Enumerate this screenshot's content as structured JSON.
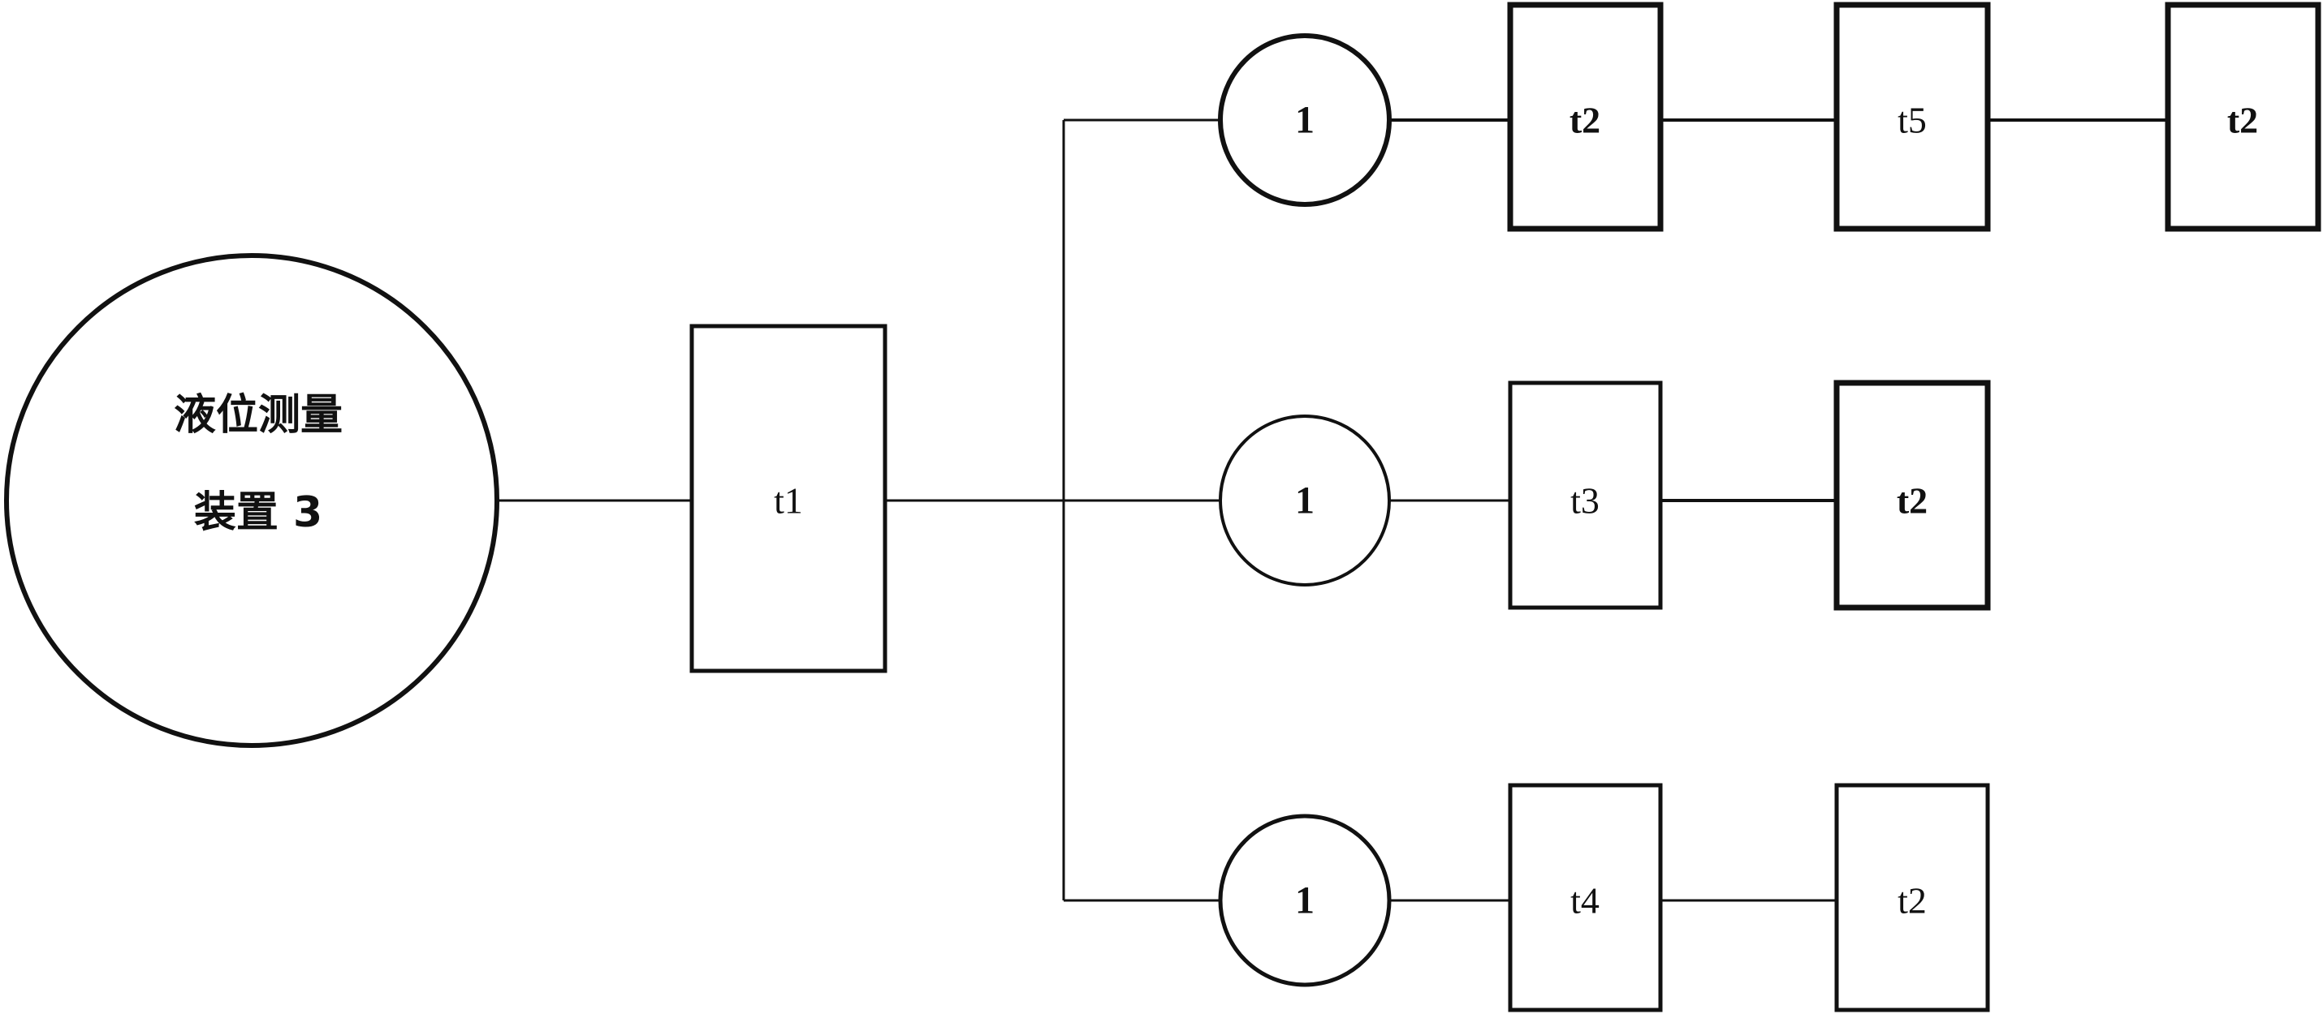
{
  "device": {
    "line1": "液位测量",
    "line2": "装置 3"
  },
  "main_box": {
    "label": "t1"
  },
  "branches": [
    {
      "node": "1",
      "boxes": [
        "t2",
        "t5",
        "t2"
      ]
    },
    {
      "node": "1",
      "boxes": [
        "t3",
        "t2"
      ]
    },
    {
      "node": "1",
      "boxes": [
        "t4",
        "t2"
      ]
    }
  ],
  "colors": {
    "stroke": "#111111",
    "background": "#ffffff"
  }
}
